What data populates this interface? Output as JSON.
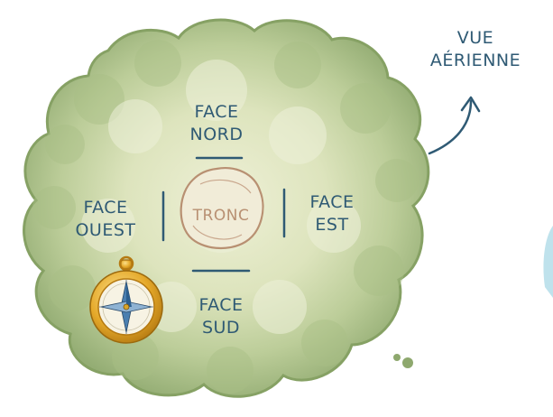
{
  "view_label": {
    "line1": "VUE",
    "line2": "AÉRIENNE"
  },
  "faces": {
    "north": {
      "line1": "FACE",
      "line2": "NORD"
    },
    "west": {
      "line1": "FACE",
      "line2": "OUEST"
    },
    "east": {
      "line1": "FACE",
      "line2": "EST"
    },
    "south": {
      "line1": "FACE",
      "line2": "SUD"
    }
  },
  "trunk_label": "TRONC",
  "icons": [
    "compass-icon",
    "arrow-icon"
  ],
  "colors": {
    "foliage_dark": "#8ea86e",
    "foliage_mid": "#b6c894",
    "foliage_light": "#e2e8c4",
    "text_blue": "#2f5a74",
    "trunk_brown": "#b89072",
    "compass_gold": "#e5a92a"
  }
}
